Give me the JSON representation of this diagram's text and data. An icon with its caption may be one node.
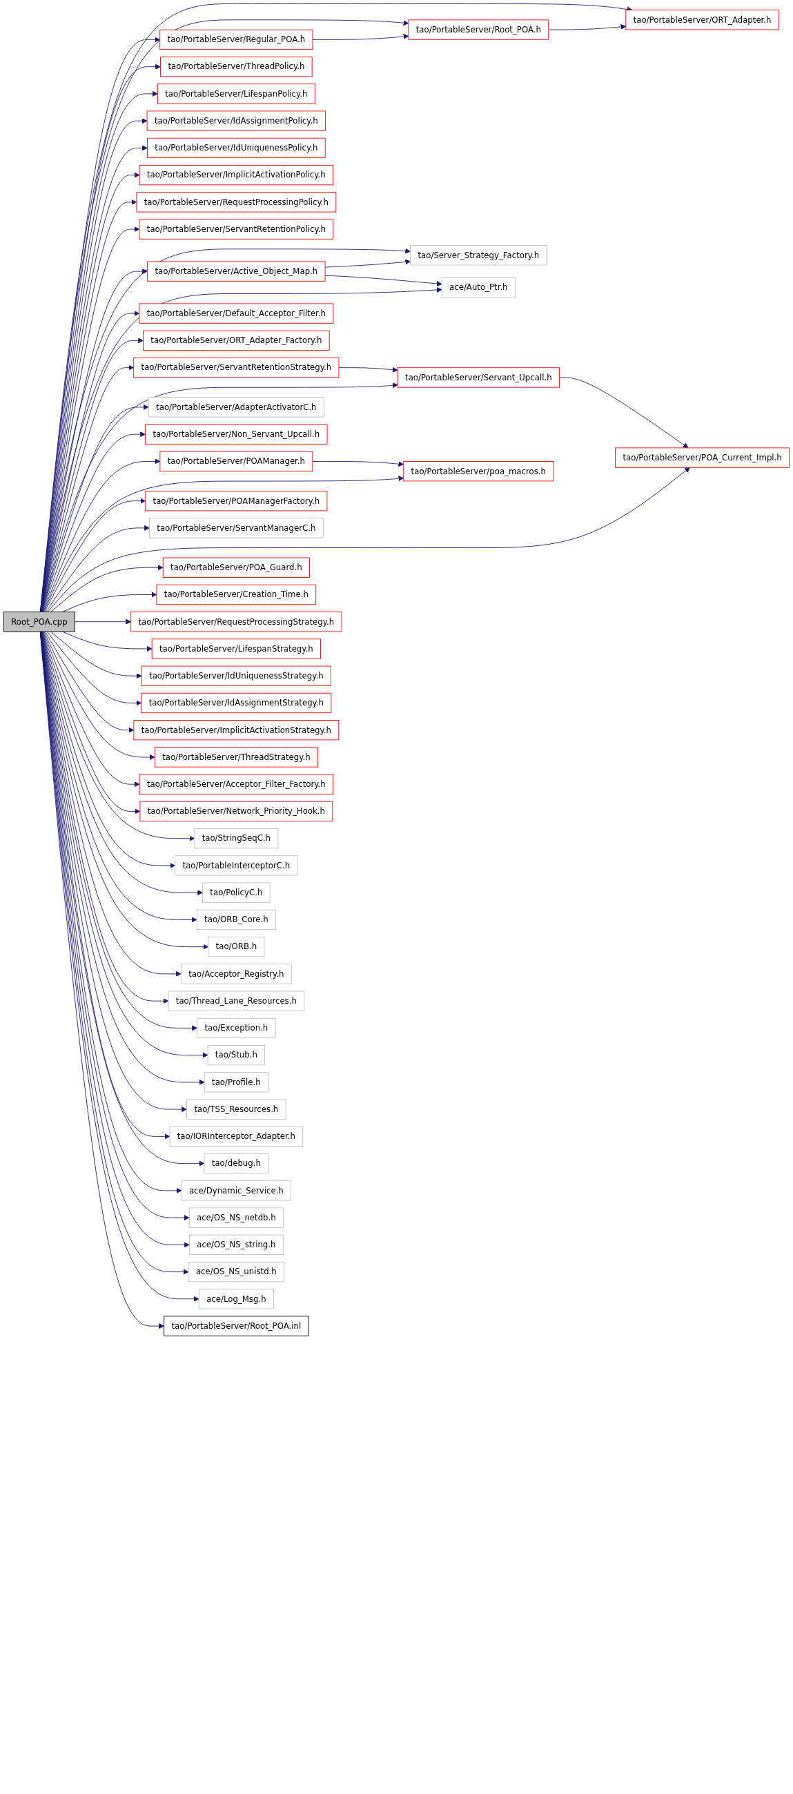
{
  "diagram": {
    "nodes": [
      {
        "text": [
          "Root_POA.cpp"
        ]
      },
      {
        "text": [
          "tao/PortableServer/ORT_Adapter.h"
        ]
      },
      {
        "text": [
          "tao/PortableServer/Root_POA.h"
        ]
      },
      {
        "text": [
          "tao/PortableServer/Regular_POA.h"
        ]
      },
      {
        "text": [
          "tao/PortableServer/ThreadPolicy.h"
        ]
      },
      {
        "text": [
          "tao/PortableServer/LifespanPolicy.h"
        ]
      },
      {
        "text": [
          "tao/PortableServer/IdAssignmentPolicy.h"
        ]
      },
      {
        "text": [
          "tao/PortableServer/IdUniquenessPolicy.h"
        ]
      },
      {
        "text": [
          "tao/PortableServer/ImplicitActivationPolicy.h"
        ]
      },
      {
        "text": [
          "tao/PortableServer/RequestProcessingPolicy.h"
        ]
      },
      {
        "text": [
          "tao/PortableServer/ServantRetentionPolicy.h"
        ]
      },
      {
        "text": [
          "tao/Server_Strategy_Factory.h"
        ]
      },
      {
        "text": [
          "tao/PortableServer/Active_Object_Map.h"
        ]
      },
      {
        "text": [
          "ace/Auto_Ptr.h"
        ]
      },
      {
        "text": [
          "tao/PortableServer/Default_Acceptor_Filter.h"
        ]
      },
      {
        "text": [
          "tao/PortableServer/ORT_Adapter_Factory.h"
        ]
      },
      {
        "text": [
          "tao/PortableServer/ServantRetentionStrategy.h"
        ]
      },
      {
        "text": [
          "tao/PortableServer/Servant_Upcall.h"
        ]
      },
      {
        "text": [
          "tao/PortableServer/AdapterActivatorC.h"
        ]
      },
      {
        "text": [
          "tao/PortableServer/Non_Servant_Upcall.h"
        ]
      },
      {
        "text": [
          "tao/PortableServer/POAManager.h"
        ]
      },
      {
        "text": [
          "tao/PortableServer/poa_macros.h"
        ]
      },
      {
        "text": [
          "tao/PortableServer/POAManagerFactory.h"
        ]
      },
      {
        "text": [
          "tao/PortableServer/ServantManagerC.h"
        ]
      },
      {
        "text": [
          "tao/PortableServer/POA_Current_Impl.h"
        ]
      },
      {
        "text": [
          "tao/PortableServer/POA_Guard.h"
        ]
      },
      {
        "text": [
          "tao/PortableServer/Creation_Time.h"
        ]
      },
      {
        "text": [
          "tao/PortableServer/RequestProcessingStrategy.h"
        ]
      },
      {
        "text": [
          "tao/PortableServer/LifespanStrategy.h"
        ]
      },
      {
        "text": [
          "tao/PortableServer/IdUniquenessStrategy.h"
        ]
      },
      {
        "text": [
          "tao/PortableServer/IdAssignmentStrategy.h"
        ]
      },
      {
        "text": [
          "tao/PortableServer/ImplicitActivationStrategy.h"
        ]
      },
      {
        "text": [
          "tao/PortableServer/ThreadStrategy.h"
        ]
      },
      {
        "text": [
          "tao/PortableServer/Acceptor_Filter_Factory.h"
        ]
      },
      {
        "text": [
          "tao/PortableServer/Network_Priority_Hook.h"
        ]
      },
      {
        "text": [
          "tao/StringSeqC.h"
        ]
      },
      {
        "text": [
          "tao/PortableInterceptorC.h"
        ]
      },
      {
        "text": [
          "tao/PolicyC.h"
        ]
      },
      {
        "text": [
          "tao/ORB_Core.h"
        ]
      },
      {
        "text": [
          "tao/ORB.h"
        ]
      },
      {
        "text": [
          "tao/Acceptor_Registry.h"
        ]
      },
      {
        "text": [
          "tao/Thread_Lane_Resources.h"
        ]
      },
      {
        "text": [
          "tao/Exception.h"
        ]
      },
      {
        "text": [
          "tao/Stub.h"
        ]
      },
      {
        "text": [
          "tao/Profile.h"
        ]
      },
      {
        "text": [
          "tao/TSS_Resources.h"
        ]
      },
      {
        "text": [
          "tao/IORInterceptor_Adapter.h"
        ]
      },
      {
        "text": [
          "tao/debug.h"
        ]
      },
      {
        "text": [
          "ace/Dynamic_Service.h"
        ]
      },
      {
        "text": [
          "ace/OS_NS_netdb.h"
        ]
      },
      {
        "text": [
          "ace/OS_NS_string.h"
        ]
      },
      {
        "text": [
          "ace/OS_NS_unistd.h"
        ]
      },
      {
        "text": [
          "ace/Log_Msg.h"
        ]
      },
      {
        "text": [
          "tao/PortableServer/Root_POA.inl"
        ]
      }
    ],
    "edges": [
      {
        "from": 0,
        "to": 1,
        "arrow": "to"
      },
      {
        "from": 0,
        "to": 2,
        "arrow": "to"
      },
      {
        "from": 0,
        "to": 3,
        "arrow": "to"
      },
      {
        "from": 0,
        "to": 4,
        "arrow": "to"
      },
      {
        "from": 0,
        "to": 5,
        "arrow": "to"
      },
      {
        "from": 0,
        "to": 6,
        "arrow": "to"
      },
      {
        "from": 0,
        "to": 7,
        "arrow": "to"
      },
      {
        "from": 0,
        "to": 8,
        "arrow": "to"
      },
      {
        "from": 0,
        "to": 9,
        "arrow": "to"
      },
      {
        "from": 0,
        "to": 10,
        "arrow": "to"
      },
      {
        "from": 0,
        "to": 11,
        "arrow": "to"
      },
      {
        "from": 0,
        "to": 12,
        "arrow": "to"
      },
      {
        "from": 0,
        "to": 13,
        "arrow": "to"
      },
      {
        "from": 0,
        "to": 14,
        "arrow": "to"
      },
      {
        "from": 0,
        "to": 15,
        "arrow": "to"
      },
      {
        "from": 0,
        "to": 16,
        "arrow": "to"
      },
      {
        "from": 0,
        "to": 17,
        "arrow": "to"
      },
      {
        "from": 0,
        "to": 18,
        "arrow": "to"
      },
      {
        "from": 0,
        "to": 19,
        "arrow": "to"
      },
      {
        "from": 0,
        "to": 20,
        "arrow": "to"
      },
      {
        "from": 0,
        "to": 21,
        "arrow": "to"
      },
      {
        "from": 0,
        "to": 22,
        "arrow": "to"
      },
      {
        "from": 0,
        "to": 23,
        "arrow": "to"
      },
      {
        "from": 0,
        "to": 24,
        "arrow": "to"
      },
      {
        "from": 0,
        "to": 25,
        "arrow": "to"
      },
      {
        "from": 0,
        "to": 26,
        "arrow": "to"
      },
      {
        "from": 0,
        "to": 27,
        "arrow": "to"
      },
      {
        "from": 0,
        "to": 28,
        "arrow": "to"
      },
      {
        "from": 0,
        "to": 29,
        "arrow": "to"
      },
      {
        "from": 0,
        "to": 30,
        "arrow": "to"
      },
      {
        "from": 0,
        "to": 31,
        "arrow": "to"
      },
      {
        "from": 0,
        "to": 32,
        "arrow": "to"
      },
      {
        "from": 0,
        "to": 33,
        "arrow": "to"
      },
      {
        "from": 0,
        "to": 34,
        "arrow": "to"
      },
      {
        "from": 0,
        "to": 35,
        "arrow": "to"
      },
      {
        "from": 0,
        "to": 36,
        "arrow": "to"
      },
      {
        "from": 0,
        "to": 37,
        "arrow": "to"
      },
      {
        "from": 0,
        "to": 38,
        "arrow": "to"
      },
      {
        "from": 0,
        "to": 39,
        "arrow": "to"
      },
      {
        "from": 0,
        "to": 40,
        "arrow": "to"
      },
      {
        "from": 0,
        "to": 41,
        "arrow": "to"
      },
      {
        "from": 0,
        "to": 42,
        "arrow": "to"
      },
      {
        "from": 0,
        "to": 43,
        "arrow": "to"
      },
      {
        "from": 0,
        "to": 44,
        "arrow": "to"
      },
      {
        "from": 0,
        "to": 45,
        "arrow": "to"
      },
      {
        "from": 0,
        "to": 46,
        "arrow": "to"
      },
      {
        "from": 0,
        "to": 47,
        "arrow": "to"
      },
      {
        "from": 0,
        "to": 48,
        "arrow": "to"
      },
      {
        "from": 0,
        "to": 49,
        "arrow": "to"
      },
      {
        "from": 0,
        "to": 50,
        "arrow": "to"
      },
      {
        "from": 0,
        "to": 51,
        "arrow": "to"
      },
      {
        "from": 0,
        "to": 52,
        "arrow": "to"
      },
      {
        "from": 0,
        "to": 53,
        "arrow": "to"
      },
      {
        "from": 2,
        "to": 1,
        "arrow": "to"
      },
      {
        "from": 3,
        "to": 2,
        "arrow": "to"
      },
      {
        "from": 12,
        "to": 11,
        "arrow": "to"
      },
      {
        "from": 12,
        "to": 13,
        "arrow": "to"
      },
      {
        "from": 16,
        "to": 17,
        "arrow": "to"
      },
      {
        "from": 17,
        "to": 24,
        "arrow": "to"
      },
      {
        "from": 20,
        "to": 21,
        "arrow": "to"
      }
    ]
  }
}
